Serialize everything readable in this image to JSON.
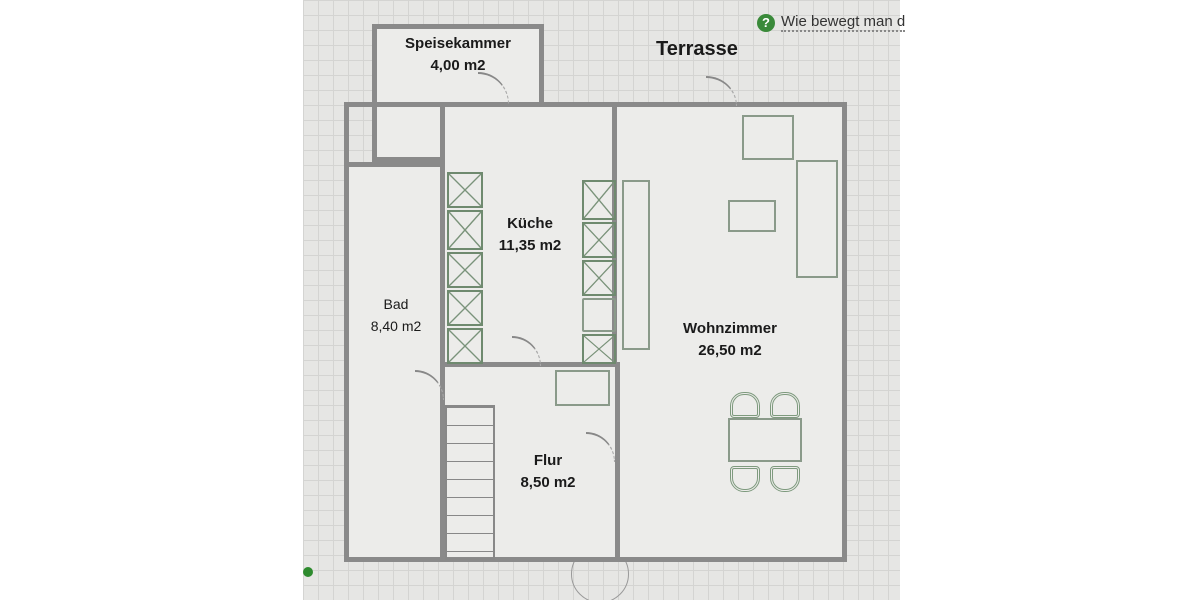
{
  "help": {
    "icon": "question-circle-icon",
    "text": "Wie bewegt man d"
  },
  "outdoor": {
    "terrace_label": "Terrasse"
  },
  "rooms": [
    {
      "id": "speisekammer",
      "name": "Speisekammer",
      "area": "4,00 m2"
    },
    {
      "id": "kueche",
      "name": "Küche",
      "area": "11,35 m2"
    },
    {
      "id": "bad",
      "name": "Bad",
      "area": "8,40 m2"
    },
    {
      "id": "wohnzimmer",
      "name": "Wohnzimmer",
      "area": "26,50 m2"
    },
    {
      "id": "flur",
      "name": "Flur",
      "area": "8,50 m2"
    }
  ],
  "colors": {
    "accent": "#3a8a3a",
    "wall": "#8a8a8a",
    "furniture": "#7e9a7e"
  }
}
